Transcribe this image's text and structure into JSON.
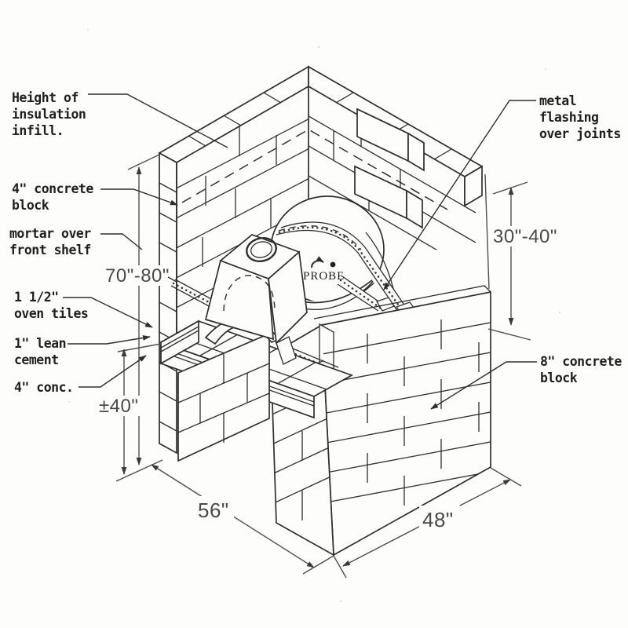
{
  "figure": {
    "paper_color": "#fdfdfb",
    "ink_color": "#2e2e2e",
    "dimension_color": "#4a4a4a",
    "subject": "isometric masonry oven construction diagram"
  },
  "labels": {
    "insulation": {
      "lines": [
        "Height of",
        "insulation",
        "infill."
      ]
    },
    "concrete4": {
      "lines": [
        "4\" concrete",
        "block"
      ]
    },
    "mortar": {
      "lines": [
        "mortar over",
        "front shelf"
      ]
    },
    "oven_tiles": {
      "lines": [
        "1 1/2\"",
        "oven tiles"
      ]
    },
    "lean_cement": {
      "lines": [
        "1\" lean",
        "cement"
      ]
    },
    "conc4": {
      "lines": [
        "4\" conc."
      ]
    },
    "metal_flashing": {
      "lines": [
        "metal",
        "flashing",
        "over joints"
      ]
    },
    "concrete8": {
      "lines": [
        "8\" concrete",
        "block"
      ]
    },
    "probe": "PROBE"
  },
  "dimensions": {
    "overall_height": "70\"-80\"",
    "base_height": "±40\"",
    "upper_wall_height": "30\"-40\"",
    "depth": "56\"",
    "width": "48\""
  }
}
